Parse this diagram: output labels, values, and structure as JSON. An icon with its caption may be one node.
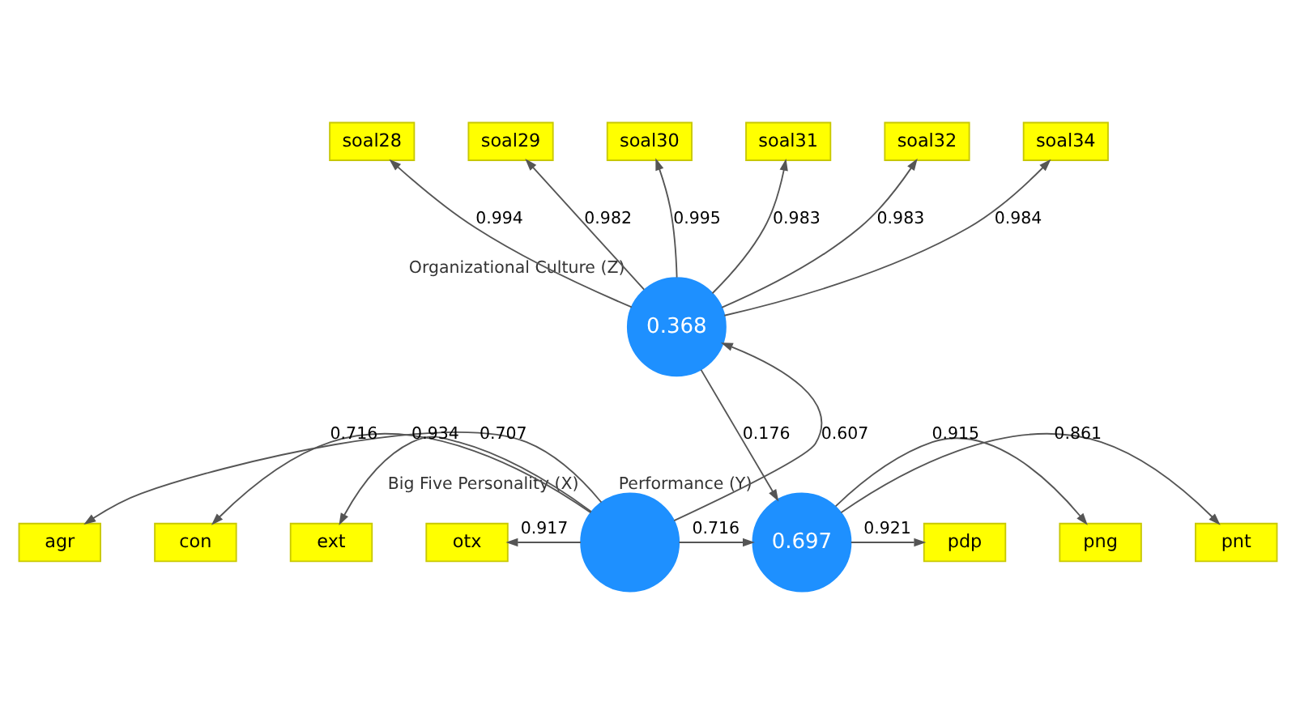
{
  "diagram": {
    "nodes": [
      {
        "text": [
          "soal28"
        ]
      },
      {
        "text": [
          "soal29"
        ]
      },
      {
        "text": [
          "soal30"
        ]
      },
      {
        "text": [
          "soal31"
        ]
      },
      {
        "text": [
          "soal32"
        ]
      },
      {
        "text": [
          "soal34"
        ]
      },
      {
        "text": [
          "0.368"
        ],
        "beside": [
          "Organizational Culture (Z)"
        ]
      },
      {
        "text": [
          "agr"
        ]
      },
      {
        "text": [
          "con"
        ]
      },
      {
        "text": [
          "ext"
        ]
      },
      {
        "text": [
          "otx"
        ]
      },
      {
        "text": [],
        "shape": "circle",
        "beside": [
          "Big Five Personality (X)"
        ]
      },
      {
        "text": [
          "0.697"
        ],
        "beside": [
          "Performance (Y)"
        ]
      },
      {
        "text": [
          "pdp"
        ]
      },
      {
        "text": [
          "png"
        ]
      },
      {
        "text": [
          "pnt"
        ]
      }
    ],
    "edges": [
      {
        "from": 6,
        "to": 0,
        "arrow": "to",
        "label": "0.994"
      },
      {
        "from": 6,
        "to": 1,
        "arrow": "to",
        "label": "0.982"
      },
      {
        "from": 6,
        "to": 2,
        "arrow": "to",
        "label": "0.995"
      },
      {
        "from": 6,
        "to": 3,
        "arrow": "to",
        "label": "0.983"
      },
      {
        "from": 6,
        "to": 4,
        "arrow": "to",
        "label": "0.983"
      },
      {
        "from": 6,
        "to": 5,
        "arrow": "to",
        "label": "0.984"
      },
      {
        "from": 11,
        "to": 6,
        "arrow": "to",
        "label": "0.607"
      },
      {
        "from": 6,
        "to": 12,
        "arrow": "to",
        "label": "0.176"
      },
      {
        "from": 11,
        "to": 7,
        "arrow": "to",
        "label": "0.707"
      },
      {
        "from": 11,
        "to": 8,
        "arrow": "to",
        "label": "0.716"
      },
      {
        "from": 11,
        "to": 9,
        "arrow": "to",
        "label": "0.934"
      },
      {
        "from": 11,
        "to": 10,
        "arrow": "to",
        "label": "0.917"
      },
      {
        "from": 11,
        "to": 12,
        "arrow": "to",
        "label": "0.716"
      },
      {
        "from": 12,
        "to": 13,
        "arrow": "to",
        "label": "0.921"
      },
      {
        "from": 12,
        "to": 14,
        "arrow": "to",
        "label": "0.915"
      },
      {
        "from": 12,
        "to": 15,
        "arrow": "to",
        "label": "0.861"
      }
    ]
  }
}
